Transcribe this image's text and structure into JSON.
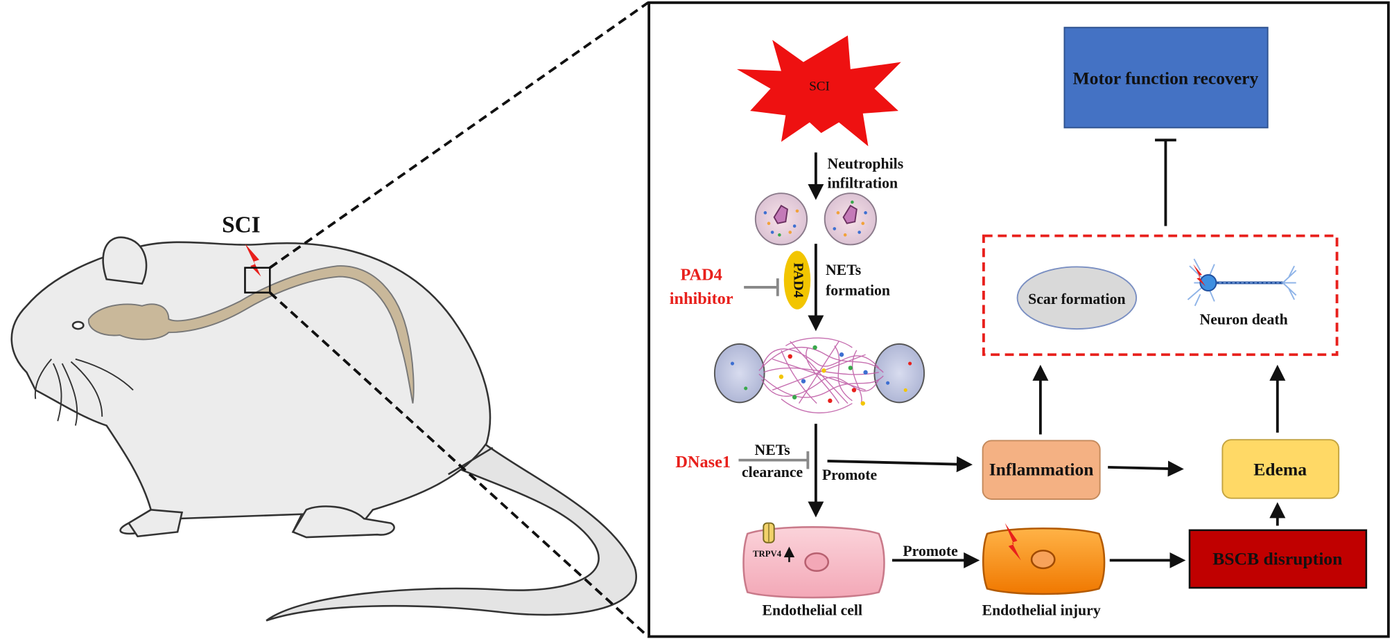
{
  "sci_mark_label": "SCI",
  "sci_burst_label": "SCI",
  "neutrophils_line1": "Neutrophils",
  "neutrophils_line2": "infiltration",
  "nets_formation_line1": "NETs",
  "nets_formation_line2": "formation",
  "pad4_label": "PAD4",
  "pad4_inhibitor_line1": "PAD4",
  "pad4_inhibitor_line2": "inhibitor",
  "dnase1_label": "DNase1",
  "nets_clearance_line1": "NETs",
  "nets_clearance_line2": "clearance",
  "promote_label_1": "Promote",
  "promote_label_2": "Promote",
  "trpv4_label": "TRPV4",
  "endothelial_cell_label": "Endothelial  cell",
  "endothelial_injury_label": "Endothelial  injury",
  "inflammation_label": "Inflammation",
  "edema_label": "Edema",
  "bscb_label": "BSCB disruption",
  "scar_label": "Scar formation",
  "neuron_death_label": "Neuron  death",
  "motor_recovery_label": "Motor function recovery",
  "colors": {
    "red": "#e8201c",
    "motor_box": "#4472c4",
    "inflammation_box": "#f4b183",
    "edema_box": "#ffd966",
    "bscb_box": "#c00000",
    "scar_ellipse": "#d9d9d9",
    "mouse_body": "#ececec",
    "spine": "#c9b89a",
    "pad4": "#f2c500"
  }
}
